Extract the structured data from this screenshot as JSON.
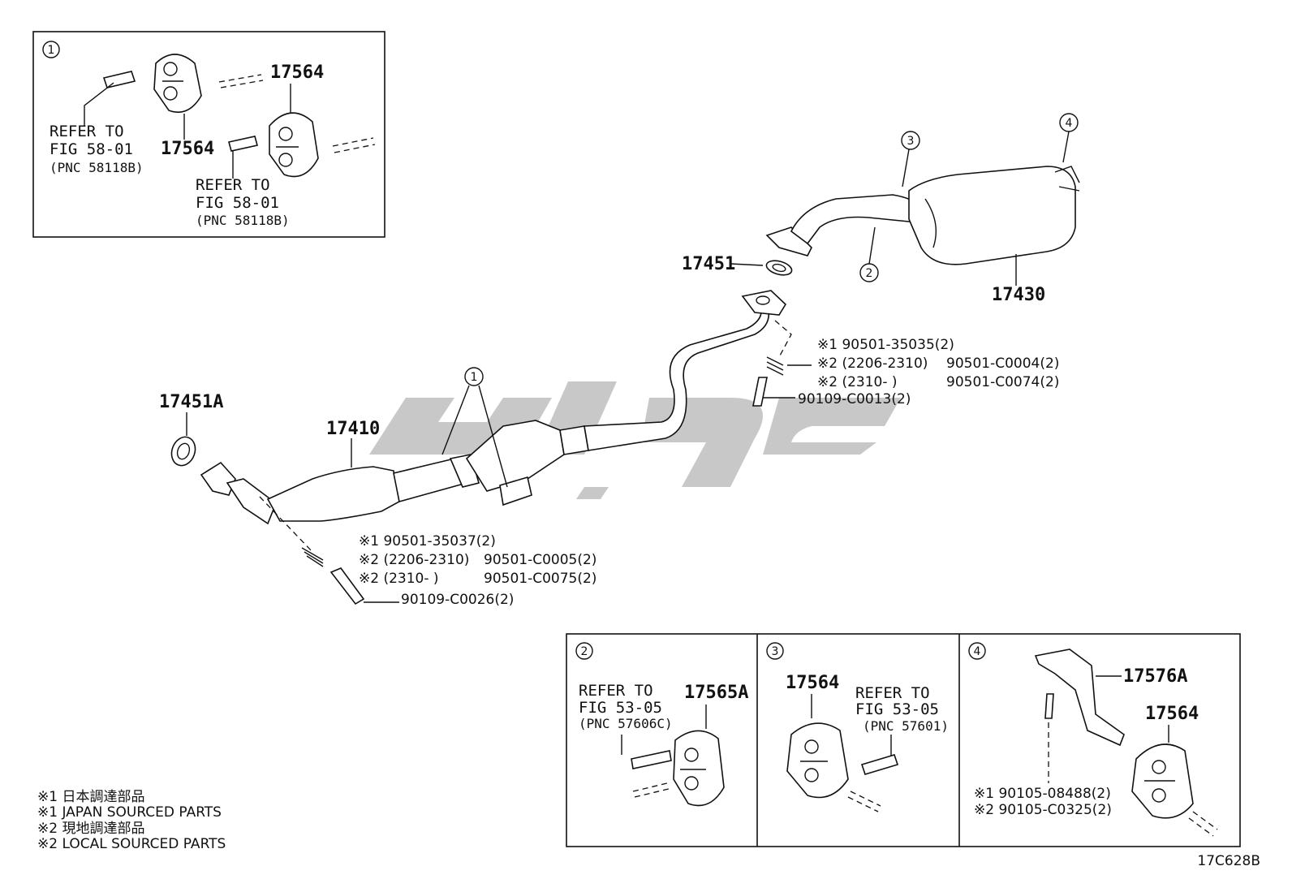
{
  "panel1": {
    "marker": "1",
    "refer_a": [
      "REFER TO",
      "FIG 58-01",
      "(PNC 58118B)"
    ],
    "refer_b": [
      "REFER TO",
      "FIG 58-01",
      "(PNC 58118B)"
    ],
    "part_a": "17564",
    "part_b": "17564"
  },
  "main": {
    "p17451A": "17451A",
    "p17410": "17410",
    "p17451": "17451",
    "p17430": "17430",
    "callout1": "1",
    "callout2": "2",
    "callout3": "3",
    "callout4": "4",
    "front_bolts": {
      "l1": "※1 90501-35037(2)",
      "l2": "※2 (2206-2310)",
      "l2p": "90501-C0005(2)",
      "l3": "※2 (2310-     )",
      "l3p": "90501-C0075(2)",
      "l4": "90109-C0026(2)"
    },
    "rear_bolts": {
      "l1": "※1 90501-35035(2)",
      "l2": "※2 (2206-2310)",
      "l2p": "90501-C0004(2)",
      "l3": "※2 (2310-     )",
      "l3p": "90501-C0074(2)",
      "l4": "90109-C0013(2)"
    }
  },
  "panel2": {
    "marker": "2",
    "refer": [
      "REFER TO",
      "FIG 53-05",
      "(PNC 57606C)"
    ],
    "part": "17565A"
  },
  "panel3": {
    "marker": "3",
    "refer": [
      "REFER TO",
      "FIG 53-05",
      "(PNC 57601)"
    ],
    "part": "17564"
  },
  "panel4": {
    "marker": "4",
    "bracket": "17576A",
    "part": "17564",
    "bolt1": "※1  90105-08488(2)",
    "bolt2": "※2  90105-C0325(2)"
  },
  "legend": [
    "※1  日本調達部品",
    "※1  JAPAN SOURCED PARTS",
    "※2  現地調達部品",
    "※2  LOCAL SOURCED PARTS"
  ],
  "figure_code": "17C628B"
}
